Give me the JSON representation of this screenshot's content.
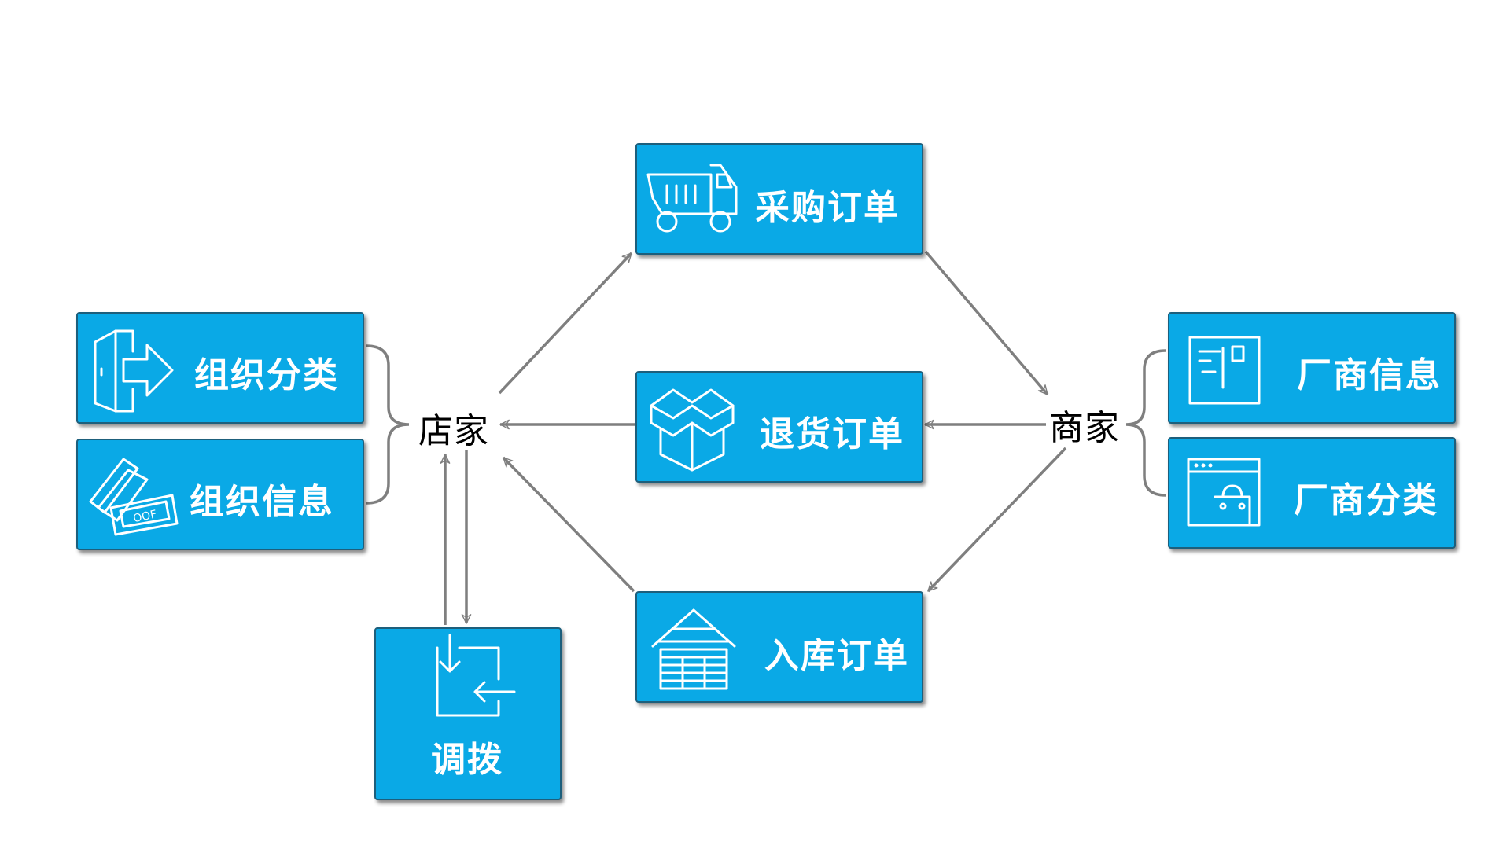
{
  "hubs": {
    "store": "店家",
    "merchant": "商家"
  },
  "nodes": {
    "org_category": "组织分类",
    "org_info": "组织信息",
    "purchase_order": "采购订单",
    "return_order": "退货订单",
    "inbound_order": "入库订单",
    "transfer": "调拨",
    "vendor_info": "厂商信息",
    "vendor_category": "厂商分类"
  },
  "colors": {
    "node_fill": "#0aa9e6",
    "node_border": "#1d5f7c",
    "connector": "#7f7f7f",
    "hub_text": "#000000",
    "node_text": "#ffffff"
  },
  "icons": {
    "org_category": "door-arrow-icon",
    "org_info": "ticket-stack-icon",
    "purchase_order": "dump-truck-icon",
    "return_order": "open-box-icon",
    "inbound_order": "log-cabin-icon",
    "transfer": "transfer-arrows-icon",
    "vendor_info": "document-board-icon",
    "vendor_category": "browser-bag-icon"
  }
}
